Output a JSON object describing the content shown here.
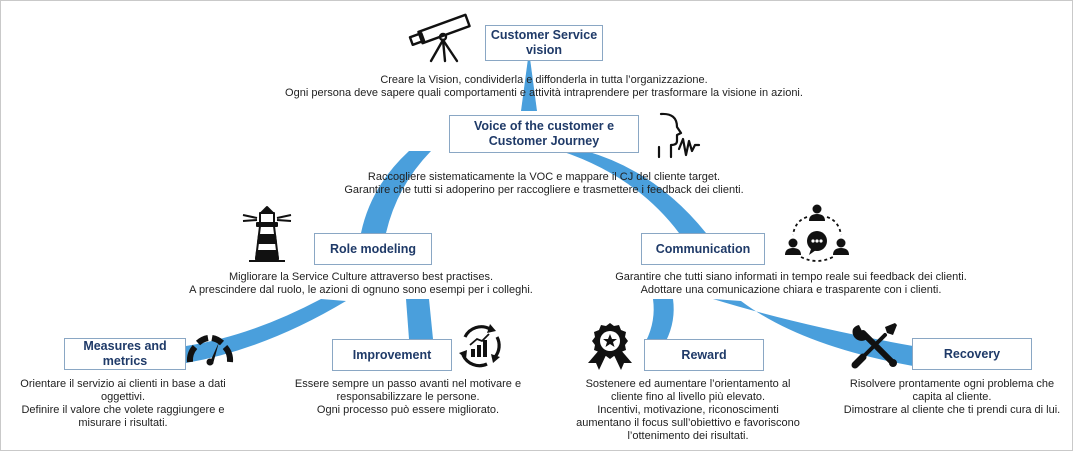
{
  "nodes": {
    "vision": {
      "title": "Customer Service vision",
      "lines": [
        "Creare la Vision, condividerla e diffonderla in tutta l’organizzazione.",
        "Ogni persona deve sapere quali comportamenti e attività intraprendere per trasformare la visione in azioni."
      ]
    },
    "voc": {
      "title": "Voice of the customer e Customer Journey",
      "lines": [
        "Raccogliere sistematicamente la VOC e mappare il CJ del cliente target.",
        "Garantire che tutti si adoperino per raccogliere e trasmettere i feedback dei clienti."
      ]
    },
    "role": {
      "title": "Role modeling",
      "lines": [
        "Migliorare la Service Culture attraverso best practises.",
        "A prescindere dal ruolo, le azioni di ognuno sono esempi per i colleghi."
      ]
    },
    "communication": {
      "title": "Communication",
      "lines": [
        "Garantire che tutti siano informati in tempo reale sui feedback dei clienti.",
        "Adottare una comunicazione chiara e trasparente con i clienti."
      ]
    },
    "measures": {
      "title": "Measures and metrics",
      "lines": [
        "Orientare il servizio ai clienti in base a dati",
        "oggettivi.",
        "Definire il valore che volete raggiungere e",
        "misurare i risultati."
      ]
    },
    "improvement": {
      "title": "Improvement",
      "lines": [
        "Essere sempre un passo avanti nel motivare e",
        "responsabilizzare le persone.",
        "Ogni processo può essere migliorato."
      ]
    },
    "reward": {
      "title": "Reward",
      "lines": [
        "Sostenere ed aumentare l’orientamento al",
        "cliente fino al livello più elevato.",
        "Incentivi, motivazione, riconoscimenti",
        "aumentano il focus sull’obiettivo e favoriscono",
        "l’ottenimento dei risultati."
      ]
    },
    "recovery": {
      "title": "Recovery",
      "lines": [
        "Risolvere prontamente ogni problema che",
        "capita al cliente.",
        "Dimostrare al cliente che ti prendi cura di lui."
      ]
    }
  },
  "colors": {
    "connector": "#4a9fdc",
    "box_border": "#8aa7c4",
    "title_text": "#1f3a68"
  },
  "icons": {
    "vision": "telescope-icon",
    "voc": "speaking-head-icon",
    "role": "lighthouse-icon",
    "communication": "team-chat-icon",
    "measures": "gauge-icon",
    "improvement": "growth-cycle-icon",
    "reward": "award-ribbon-icon",
    "recovery": "wrench-screwdriver-icon"
  }
}
